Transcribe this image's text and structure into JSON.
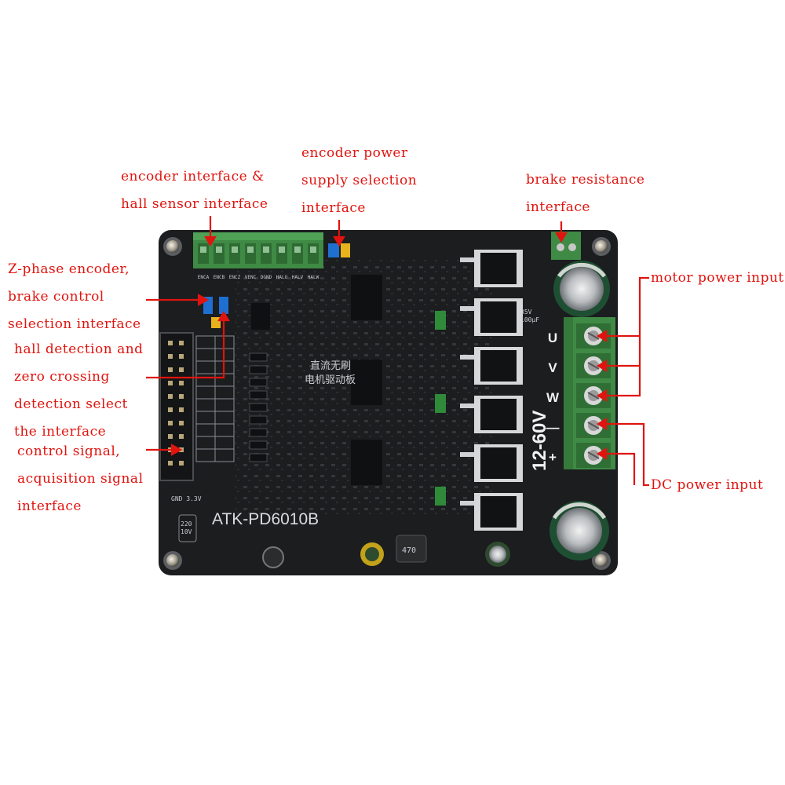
{
  "labels": {
    "encoder_interface": [
      "encoder interface &",
      "hall sensor interface"
    ],
    "encoder_power": [
      "encoder power",
      "supply selection",
      "interface"
    ],
    "brake_resistance": [
      "brake resistance",
      "interface"
    ],
    "z_phase": [
      "Z-phase encoder,",
      "brake control",
      "selection interface"
    ],
    "hall_detection": [
      "hall detection and",
      "zero crossing",
      "detection select",
      "the interface"
    ],
    "control_signal": [
      "control signal,",
      "acquisition signal",
      "interface"
    ],
    "motor_power": "motor power input",
    "dc_power": "DC power input"
  },
  "board": {
    "model": "ATK-PD6010B",
    "chinese_title": [
      "直流无刷",
      "电机驱动板"
    ],
    "voltage": "12-60V",
    "terminals": [
      "U",
      "V",
      "W",
      "—",
      "+"
    ],
    "encoder_pins": [
      "ENCA",
      "ENCB",
      "ENCZ",
      "VENC",
      "DGND",
      "HALU",
      "HALV",
      "HALW"
    ],
    "cap_top_text": [
      "35V",
      "100μF"
    ],
    "supply_text": "GND 3.3V",
    "small_cap_text": [
      "220",
      "10V"
    ],
    "inductor_text": "470"
  },
  "colors": {
    "annotation": "#e0140f",
    "pcb": "#1b1d1f",
    "terminal_green": "#3f8a45",
    "silkscreen": "#c9cdd2"
  }
}
